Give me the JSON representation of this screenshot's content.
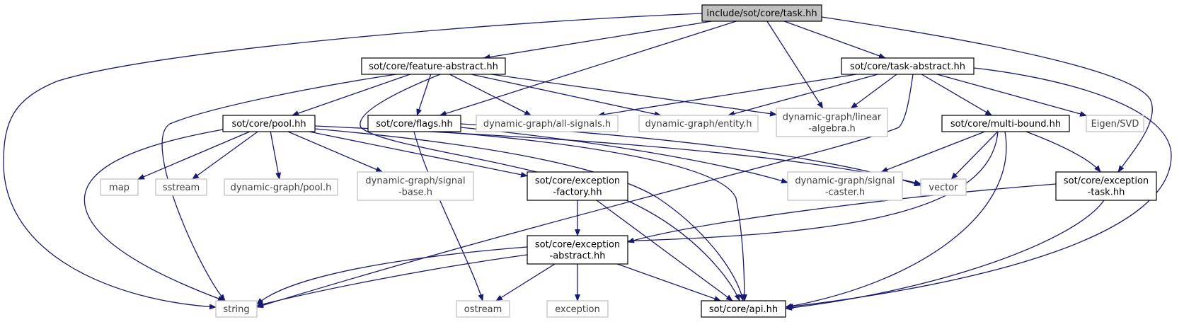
{
  "colors": {
    "edge": "#191970",
    "root_fill": "#bfbfbf",
    "local_border": "#000000",
    "system_border": "#bfbfbf",
    "local_text": "#000000",
    "system_text": "#404040"
  },
  "nodes": {
    "task_hh": {
      "lines": [
        "include/sot/core/task.hh"
      ],
      "kind": "root"
    },
    "feature_abstract": {
      "lines": [
        "sot/core/feature-abstract.hh"
      ],
      "kind": "local"
    },
    "task_abstract": {
      "lines": [
        "sot/core/task-abstract.hh"
      ],
      "kind": "local"
    },
    "pool_hh": {
      "lines": [
        "sot/core/pool.hh"
      ],
      "kind": "local"
    },
    "flags_hh": {
      "lines": [
        "sot/core/flags.hh"
      ],
      "kind": "local"
    },
    "all_signals": {
      "lines": [
        "dynamic-graph/all-signals.h"
      ],
      "kind": "system"
    },
    "entity_h": {
      "lines": [
        "dynamic-graph/entity.h"
      ],
      "kind": "system"
    },
    "linear_algebra": {
      "lines": [
        "dynamic-graph/linear",
        "-algebra.h"
      ],
      "kind": "system"
    },
    "multi_bound": {
      "lines": [
        "sot/core/multi-bound.hh"
      ],
      "kind": "local"
    },
    "eigen_svd": {
      "lines": [
        "Eigen/SVD"
      ],
      "kind": "system"
    },
    "map": {
      "lines": [
        "map"
      ],
      "kind": "system"
    },
    "sstream": {
      "lines": [
        "sstream"
      ],
      "kind": "system"
    },
    "dg_pool": {
      "lines": [
        "dynamic-graph/pool.h"
      ],
      "kind": "system"
    },
    "signal_base": {
      "lines": [
        "dynamic-graph/signal",
        "-base.h"
      ],
      "kind": "system"
    },
    "exception_factory": {
      "lines": [
        "sot/core/exception",
        "-factory.hh"
      ],
      "kind": "local"
    },
    "signal_caster": {
      "lines": [
        "dynamic-graph/signal",
        "-caster.h"
      ],
      "kind": "system"
    },
    "vector": {
      "lines": [
        "vector"
      ],
      "kind": "system"
    },
    "exception_task": {
      "lines": [
        "sot/core/exception",
        "-task.hh"
      ],
      "kind": "local"
    },
    "exception_abstract": {
      "lines": [
        "sot/core/exception",
        "-abstract.hh"
      ],
      "kind": "local"
    },
    "string": {
      "lines": [
        "string"
      ],
      "kind": "system"
    },
    "ostream": {
      "lines": [
        "ostream"
      ],
      "kind": "system"
    },
    "exception": {
      "lines": [
        "exception"
      ],
      "kind": "system"
    },
    "api_hh": {
      "lines": [
        "sot/core/api.hh"
      ],
      "kind": "local"
    }
  },
  "edges": [
    [
      "task_hh",
      "feature_abstract"
    ],
    [
      "task_hh",
      "task_abstract"
    ],
    [
      "task_hh",
      "flags_hh"
    ],
    [
      "task_hh",
      "linear_algebra"
    ],
    [
      "task_hh",
      "string"
    ],
    [
      "task_hh",
      "exception_task"
    ],
    [
      "feature_abstract",
      "pool_hh"
    ],
    [
      "feature_abstract",
      "flags_hh"
    ],
    [
      "feature_abstract",
      "all_signals"
    ],
    [
      "feature_abstract",
      "entity_h"
    ],
    [
      "feature_abstract",
      "linear_algebra"
    ],
    [
      "feature_abstract",
      "string"
    ],
    [
      "feature_abstract",
      "api_hh"
    ],
    [
      "task_abstract",
      "all_signals"
    ],
    [
      "task_abstract",
      "entity_h"
    ],
    [
      "task_abstract",
      "linear_algebra"
    ],
    [
      "task_abstract",
      "multi_bound"
    ],
    [
      "task_abstract",
      "eigen_svd"
    ],
    [
      "task_abstract",
      "string"
    ],
    [
      "task_abstract",
      "api_hh"
    ],
    [
      "pool_hh",
      "map"
    ],
    [
      "pool_hh",
      "sstream"
    ],
    [
      "pool_hh",
      "dg_pool"
    ],
    [
      "pool_hh",
      "signal_base"
    ],
    [
      "pool_hh",
      "exception_factory"
    ],
    [
      "pool_hh",
      "vector"
    ],
    [
      "pool_hh",
      "string"
    ],
    [
      "pool_hh",
      "api_hh"
    ],
    [
      "flags_hh",
      "ostream"
    ],
    [
      "flags_hh",
      "signal_caster"
    ],
    [
      "flags_hh",
      "vector"
    ],
    [
      "flags_hh",
      "api_hh"
    ],
    [
      "multi_bound",
      "signal_caster"
    ],
    [
      "multi_bound",
      "vector"
    ],
    [
      "multi_bound",
      "exception_task"
    ],
    [
      "multi_bound",
      "string"
    ],
    [
      "multi_bound",
      "api_hh"
    ],
    [
      "exception_factory",
      "exception_abstract"
    ],
    [
      "exception_factory",
      "api_hh"
    ],
    [
      "exception_task",
      "exception_abstract"
    ],
    [
      "exception_task",
      "api_hh"
    ],
    [
      "exception_abstract",
      "string"
    ],
    [
      "exception_abstract",
      "ostream"
    ],
    [
      "exception_abstract",
      "exception"
    ],
    [
      "exception_abstract",
      "api_hh"
    ]
  ]
}
